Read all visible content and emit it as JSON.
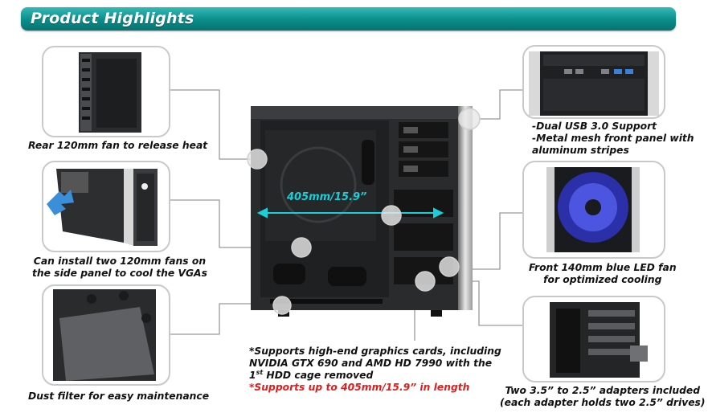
{
  "header": {
    "title": "Product Highlights"
  },
  "case": {
    "dimension_label": "405mm/15.9”"
  },
  "highlights": {
    "rear_fan": "Rear 120mm fan to release heat",
    "side_fans": [
      "Can install two 120mm fans on",
      "the side panel to cool the VGAs"
    ],
    "dust_filter": "Dust filter for easy maintenance",
    "front_panel": [
      "-Dual USB 3.0 Support",
      "-Metal mesh front panel with",
      "aluminum stripes"
    ],
    "front_fan": [
      "Front 140mm blue LED fan",
      "for optimized cooling"
    ],
    "adapters": [
      "Two 3.5” to 2.5” adapters included",
      "(each adapter holds two 2.5” drives)"
    ],
    "graphics": {
      "line1": "*Supports high-end graphics cards, including",
      "line2": "NVIDIA GTX 690 and AMD HD 7990 with the",
      "line3_num": "1",
      "line3_sup": "st",
      "line3_rest": " HDD cage removed",
      "line4": "*Supports up to 405mm/15.9” in length"
    }
  },
  "colors": {
    "banner": "#0a8d8a",
    "dimension": "#19cfd8",
    "note_red": "#e31b1b",
    "leader": "#9a9a9a"
  }
}
